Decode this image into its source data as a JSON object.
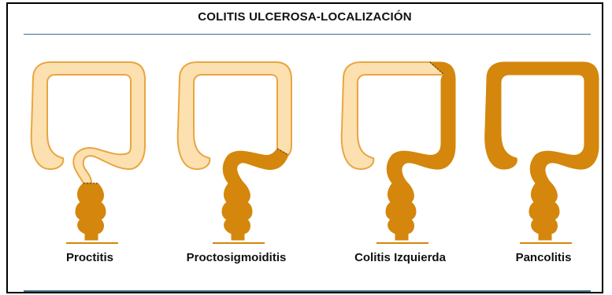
{
  "title": "COLITIS ULCEROSA-LOCALIZACIÓN",
  "colors": {
    "healthy": "#fde0b0",
    "outline": "#e8a640",
    "inflamed": "#d4870c",
    "rule": "#3f6f8c"
  },
  "panels": [
    {
      "label": "Proctitis",
      "extent": "rectum"
    },
    {
      "label": "Proctosigmoiditis",
      "extent": "rectum-sigmoid"
    },
    {
      "label": "Colitis Izquierda",
      "extent": "left-colon"
    },
    {
      "label": "Pancolitis",
      "extent": "entire-colon"
    }
  ]
}
